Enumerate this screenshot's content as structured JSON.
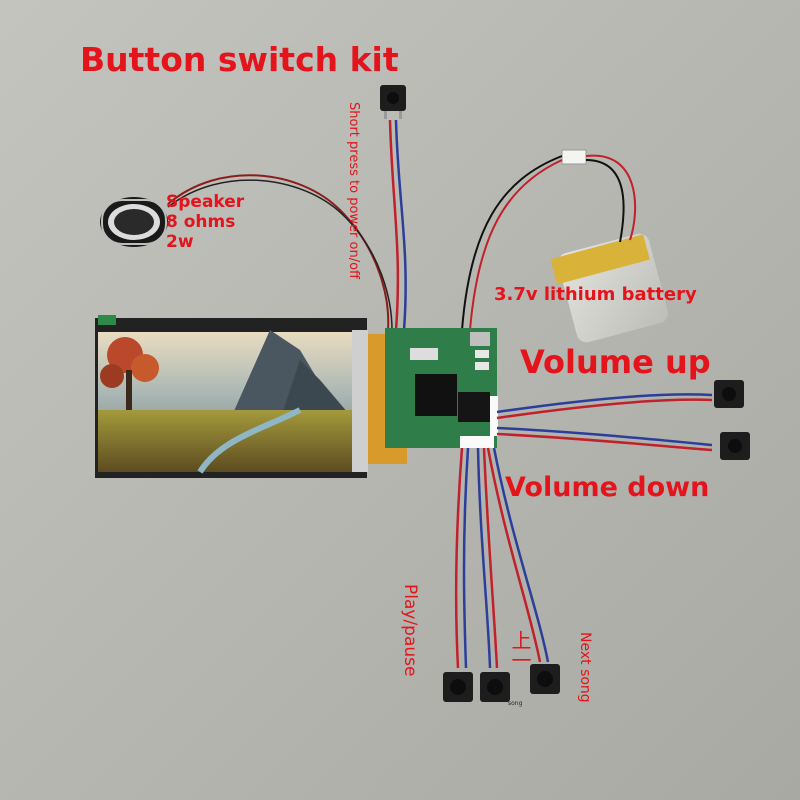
{
  "labels": {
    "title": "Button switch kit",
    "speaker_line1": "Speaker",
    "speaker_line2": "8 ohms",
    "speaker_line3": "2w",
    "power": "Short press to power on/off",
    "battery": "3.7v lithium battery",
    "volume_up": "Volume up",
    "volume_down": "Volume down",
    "play_pause": "Play/pause",
    "next_song": "Next song",
    "prev_cjk": "上一",
    "prev_song": "song"
  },
  "colors": {
    "label_red": "#e3141b",
    "background": "#b9b9b4",
    "pcb_green": "#2f7e4a",
    "wire_red": "#c0212a",
    "wire_blue": "#2b3f9a",
    "button_black": "#1d1d1d"
  }
}
